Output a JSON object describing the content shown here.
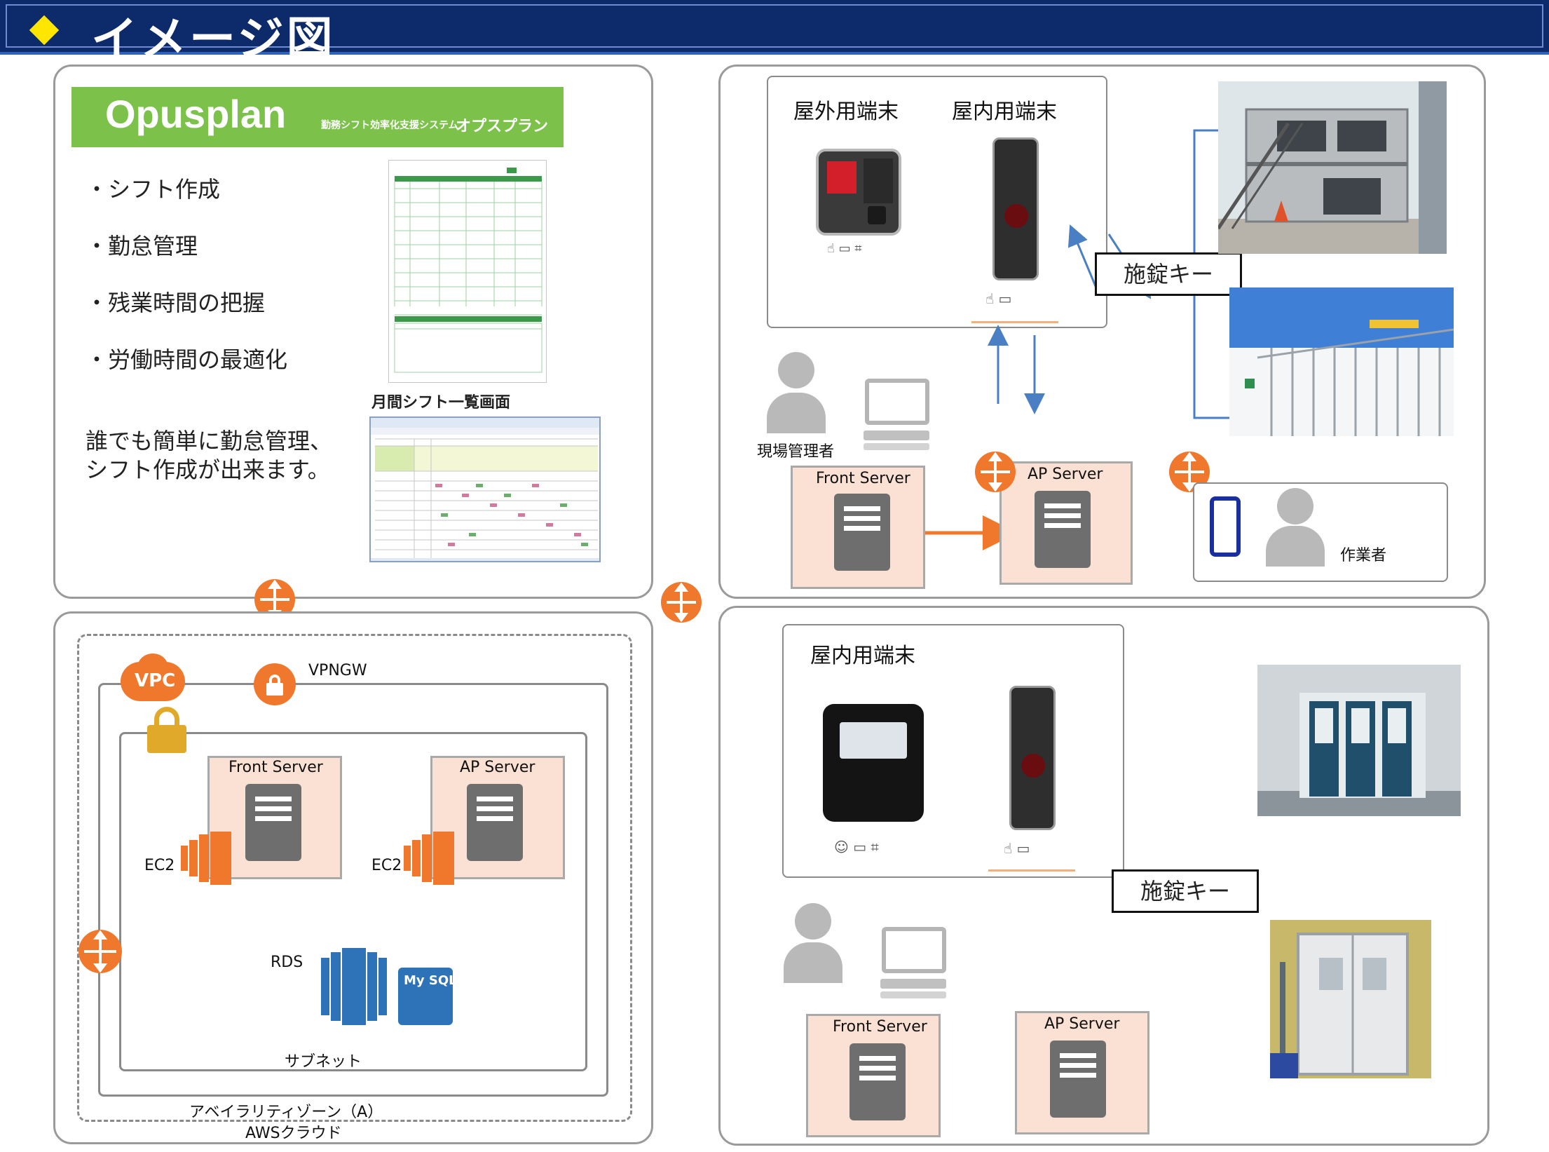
{
  "header": {
    "title": "イメージ図",
    "accent_color": "#0d2a6b",
    "diamond_color": "#ffe600"
  },
  "opusplan": {
    "name": "Opusplan",
    "subtitle": "勤務シフト効率化支援システム",
    "kana": "オプスプラン",
    "features": [
      "・シフト作成",
      "・勤怠管理",
      "・残業時間の把握",
      "・労働時間の最適化"
    ],
    "caption": "月間シフト一覧画面",
    "summary_line1": "誰でも簡単に勤怠管理、",
    "summary_line2": "シフト作成が出来ます。",
    "brand_color": "#7cc24a"
  },
  "site_panel": {
    "outdoor_terminal": "屋外用端末",
    "indoor_terminal": "屋内用端末",
    "lock_key": "施錠キー",
    "manager_label": "現場管理者",
    "front_server": "Front Server",
    "ap_server": "AP Server",
    "worker_label": "作業者"
  },
  "aws_panel": {
    "vpc": "VPC",
    "vpngw": "VPNGW",
    "front_server": "Front Server",
    "ap_server": "AP Server",
    "ec2_left": "EC2",
    "ec2_right": "EC2",
    "rds": "RDS",
    "mysql": "My SQL",
    "subnet": "サブネット",
    "availability_zone": "アベイラリティゾーン（A）",
    "cloud": "AWSクラウド"
  },
  "indoor_panel": {
    "indoor_terminal": "屋内用端末",
    "lock_key": "施錠キー",
    "front_server": "Front Server",
    "ap_server": "AP Server"
  },
  "icons": {
    "router": "router-icon",
    "server": "server-icon",
    "person": "person-icon",
    "laptop": "laptop-icon",
    "phone": "smartphone-icon",
    "padlock": "padlock-icon",
    "ec2": "ec2-icon",
    "rds": "rds-icon",
    "fingerprint": "fingerprint-icon",
    "card": "card-icon",
    "keypad": "keypad-icon",
    "face": "face-icon"
  },
  "colors": {
    "orange": "#f0782d",
    "server_box": "#fbe1d4",
    "blue_arrow": "#4a7fc4"
  }
}
